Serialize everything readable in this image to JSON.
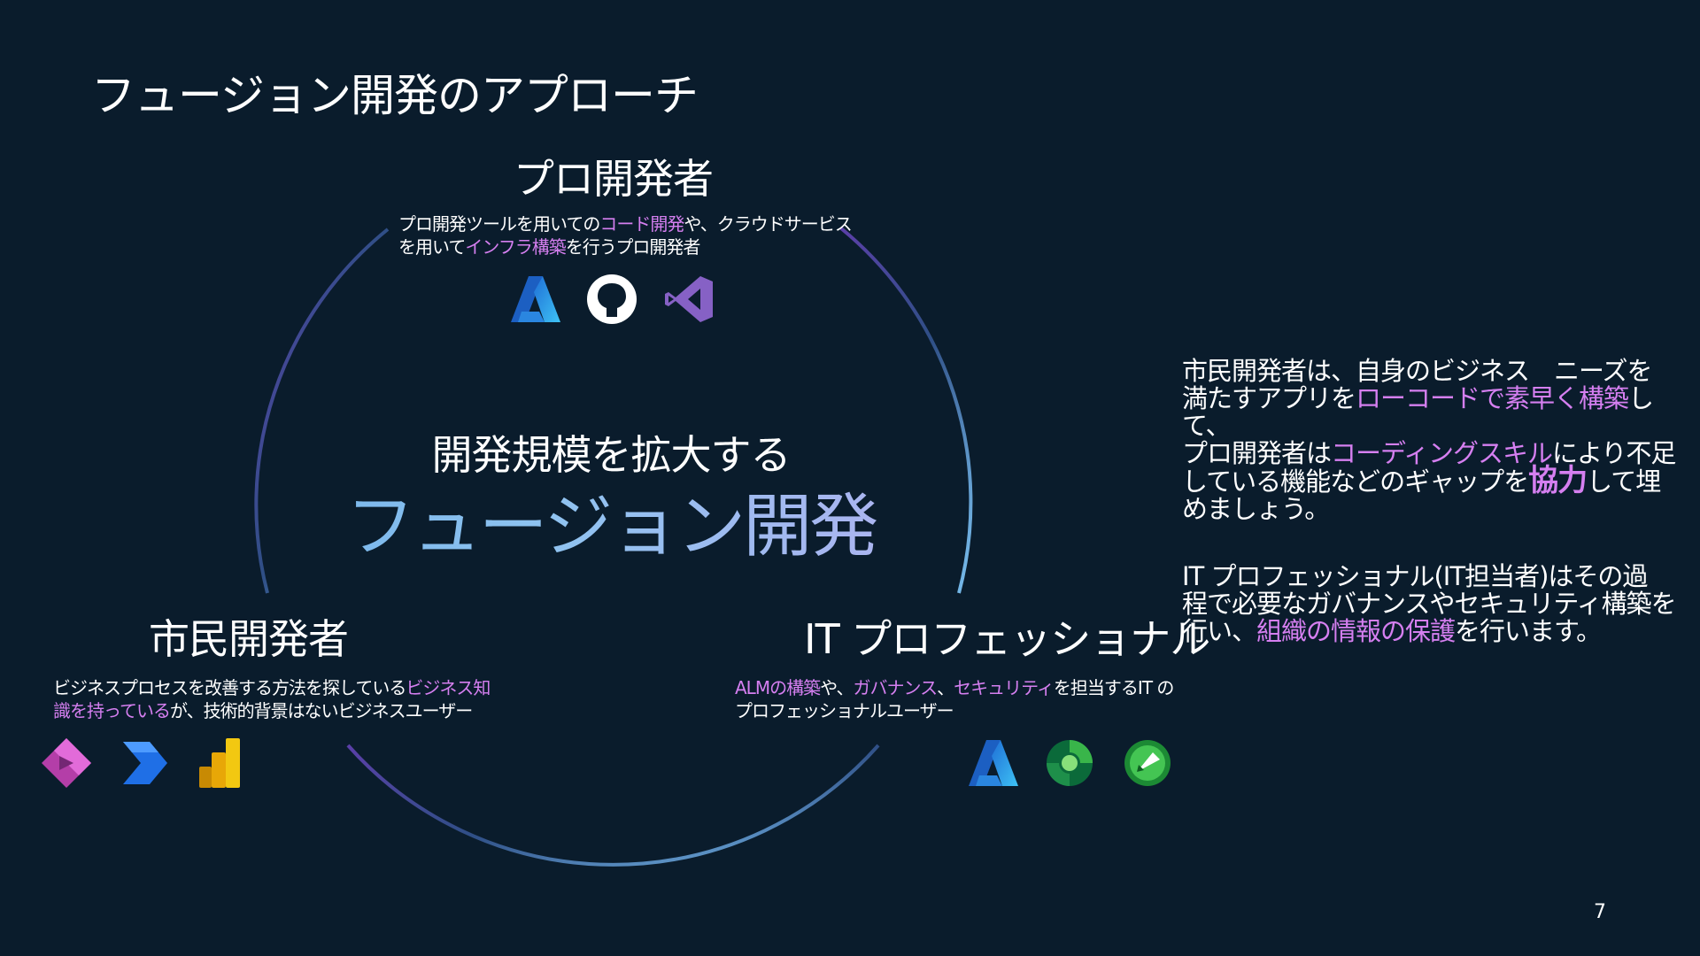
{
  "slide": {
    "title": "フュージョン開発のアプローチ",
    "page_number": "7"
  },
  "center": {
    "subtitle": "開発規模を拡大する",
    "main": "フュージョン開発"
  },
  "pro": {
    "title": "プロ開発者",
    "desc_line1": [
      "プロ開発ツールを用いての",
      "コード開発",
      "や、クラウドサービス"
    ],
    "desc_line2": [
      "を用いて",
      "インフラ構築",
      "を行うプロ開発者"
    ],
    "icons": [
      "azure-icon",
      "github-icon",
      "visual-studio-icon"
    ]
  },
  "citizen": {
    "title": "市民開発者",
    "desc_line1": [
      "ビジネスプロセスを改善する方法を探している",
      "ビジネス知"
    ],
    "desc_line2": [
      "識を持っている",
      "が、技術的背景はないビジネスユーザー"
    ],
    "icons": [
      "power-apps-icon",
      "power-automate-icon",
      "power-bi-icon"
    ]
  },
  "it": {
    "title": "IT プロフェッショナル",
    "desc_line1": [
      "ALMの構築",
      "や、",
      "ガバナンス",
      "、",
      "セキュリティ",
      "を担当するIT の"
    ],
    "desc_line2": "プロフェッショナルユーザー",
    "icons": [
      "azure-icon",
      "dataverse-icon",
      "power-platform-admin-icon"
    ]
  },
  "side": {
    "p1": [
      "市民開発者は、自身のビジネス　ニーズを",
      "満たすアプリを",
      "ローコードで素早く構築",
      "して、",
      "プロ開発者は",
      "コーディングスキル",
      "により不足",
      "している機能などのギャップを",
      "協力",
      "して埋",
      "めましょう。"
    ],
    "p2": [
      "IT プロフェッショナル(IT担当者)はその過",
      "程で必要なガバナンスやセキュリティ構築を",
      "行い、",
      "組織の情報の保護",
      "を行います。"
    ]
  },
  "colors": {
    "background": "#0a1c2c",
    "highlight": "#d57ff0",
    "ring_start": "#5b3fa8",
    "ring_end": "#6fb6e8"
  }
}
